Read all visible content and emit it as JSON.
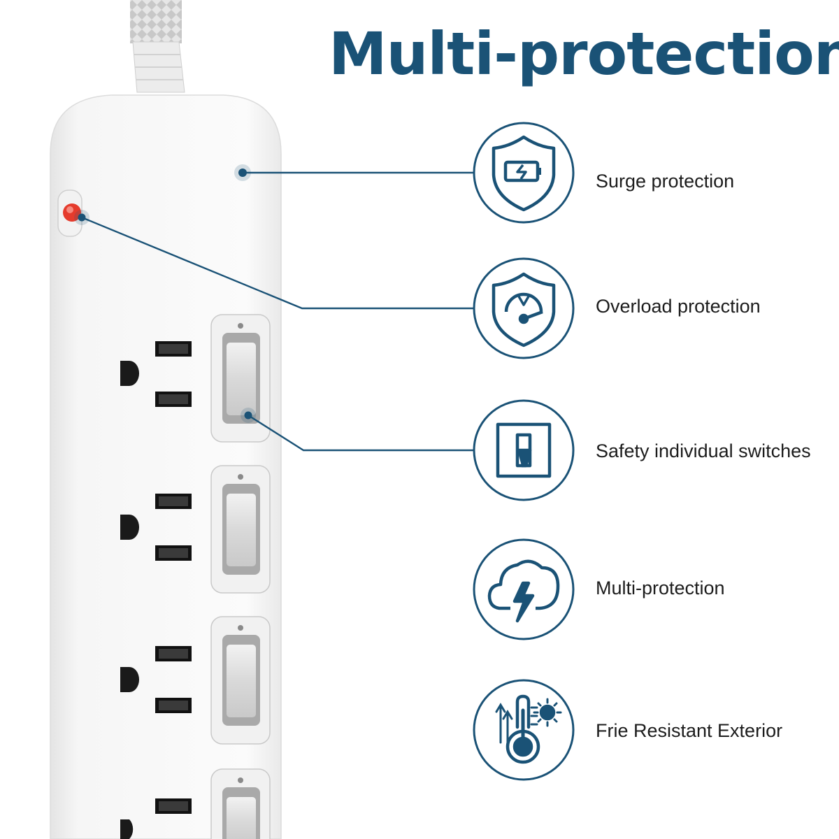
{
  "title": "Multi-protection",
  "colors": {
    "accent": "#1a5276",
    "strip_body": "#f4f4f4",
    "indicator_light": "#e53b2c"
  },
  "features": [
    {
      "label": "Surge protection",
      "icon": "shield-battery-icon"
    },
    {
      "label": "Overload protection",
      "icon": "shield-gauge-icon"
    },
    {
      "label": "Safety individual switches",
      "icon": "rocker-switch-icon"
    },
    {
      "label": "Multi-protection",
      "icon": "cloud-lightning-icon"
    },
    {
      "label": "Frie Resistant Exterior",
      "icon": "thermometer-sun-icon"
    }
  ]
}
